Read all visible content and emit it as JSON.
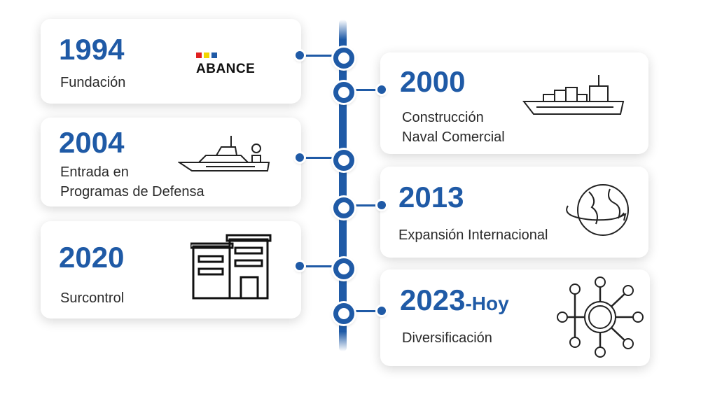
{
  "events": [
    {
      "year": "1994",
      "label": "Fundación",
      "logo": "ABANCE"
    },
    {
      "year": "2000",
      "label_lines": [
        "Construcción",
        "Naval Comercial"
      ],
      "icon": "cargo-ship-icon"
    },
    {
      "year": "2004",
      "label_lines": [
        "Entrada en",
        "Programas de Defensa"
      ],
      "icon": "patrol-boat-icon"
    },
    {
      "year": "2013",
      "label": "Expansión Internacional",
      "icon": "globe-orbit-icon"
    },
    {
      "year": "2020",
      "label": "Surcontrol",
      "icon": "building-icon"
    },
    {
      "year": "2023",
      "year_suffix": "-Hoy",
      "label": "Diversificación",
      "icon": "globe-network-icon"
    }
  ],
  "colors": {
    "accent": "#1f5aa6",
    "logo": [
      "#e02020",
      "#f2d600",
      "#1f5aa6"
    ]
  }
}
